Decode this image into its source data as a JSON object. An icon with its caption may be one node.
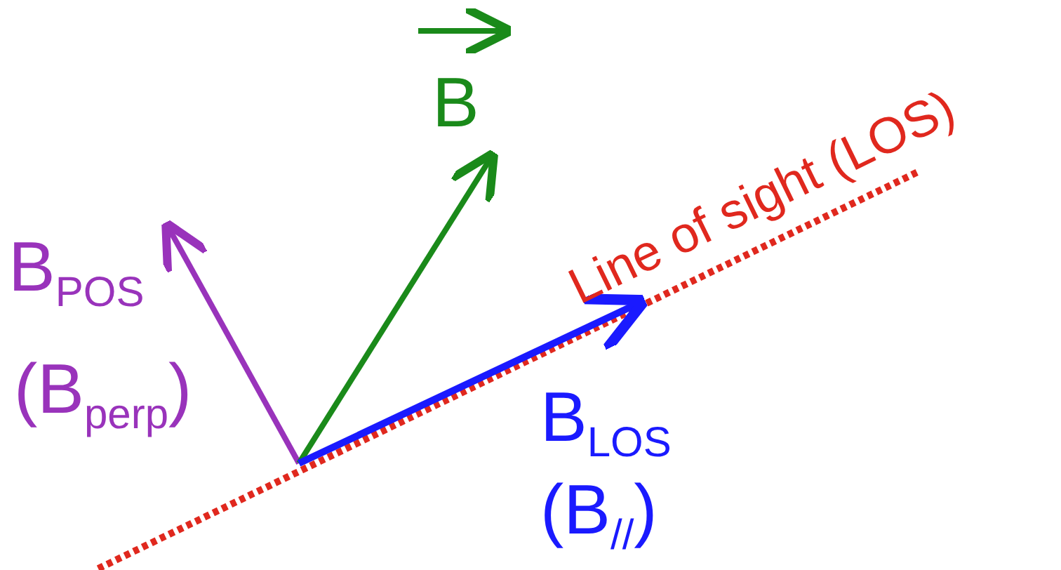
{
  "diagram": {
    "labels": [
      "B",
      "B$_{POS}$",
      "(B$_{perp}$)",
      "Line of sight (LOS)",
      "B$_{LOS}$",
      "(B$_{//}$)"
    ]
  }
}
